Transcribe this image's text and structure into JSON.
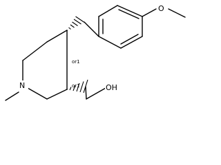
{
  "molecule": {
    "atoms": {
      "n_label": "N",
      "oh_label": "OH",
      "o_label": "O"
    },
    "stereo": {
      "c4_label": "or1",
      "c3_label": "or1"
    }
  }
}
